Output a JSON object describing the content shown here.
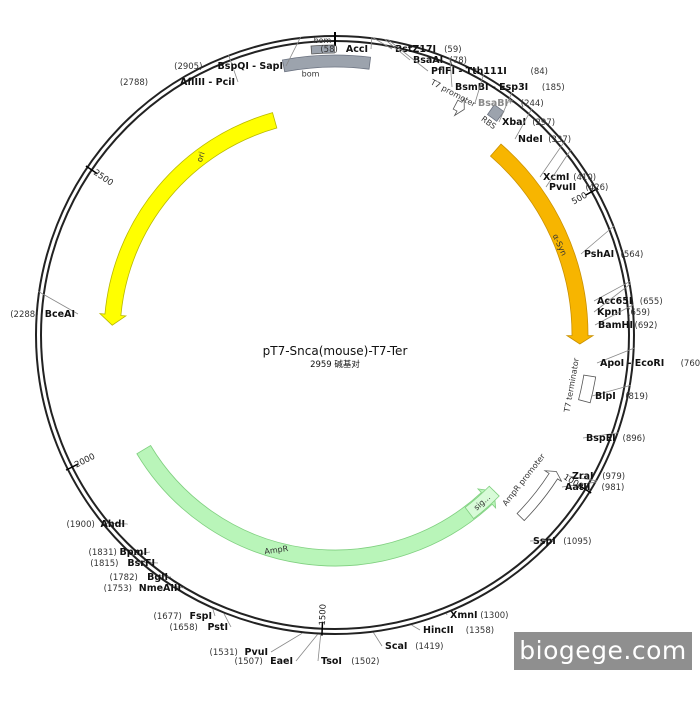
{
  "plasmid": {
    "name": "pT7-Snca(mouse)-T7-Ter",
    "length_text": "2959 碱基对",
    "length": 2959
  },
  "ticks": [
    {
      "pos": 500,
      "label": "500"
    },
    {
      "pos": 1000,
      "label": "1000"
    },
    {
      "pos": 1500,
      "label": "1500"
    },
    {
      "pos": 2000,
      "label": "2000"
    },
    {
      "pos": 2500,
      "label": "2500"
    }
  ],
  "features": [
    {
      "name": "bom",
      "label": "bom",
      "start": 2870,
      "end": 60,
      "type": "box",
      "color": "#9ca3ad"
    },
    {
      "name": "bom",
      "label": "bom",
      "start": 2920,
      "end": 2958,
      "type": "box-outer",
      "color": "#9ca3ad"
    },
    {
      "name": "T7 promoter",
      "label": "T7 promoter",
      "start": 227,
      "end": 245,
      "type": "arrow-outline",
      "color": "#ffffff"
    },
    {
      "name": "RBS",
      "label": "RBS",
      "start": 285,
      "end": 305,
      "type": "box",
      "color": "#9ca3ad"
    },
    {
      "name": "α-Syn",
      "label": "α-Syn",
      "start": 337,
      "end": 757,
      "type": "arrow",
      "color": "#f7b500"
    },
    {
      "name": "T7 terminator",
      "label": "T7 terminator",
      "start": 815,
      "end": 862,
      "type": "box-outline",
      "color": "#ffffff"
    },
    {
      "name": "AmpR promoter",
      "label": "AmpR promoter",
      "start": 1000,
      "end": 1105,
      "type": "arrow-outline",
      "color": "#ffffff"
    },
    {
      "name": "AmpR",
      "label": "AmpR",
      "start": 1105,
      "end": 1965,
      "type": "arrow-rev",
      "color": "#b9f5b9"
    },
    {
      "name": "sig",
      "label": "sig...",
      "start": 1105,
      "end": 1175,
      "type": "box",
      "color": "#d8fbd8"
    },
    {
      "name": "ori",
      "label": "ori",
      "start": 2240,
      "end": 2830,
      "type": "arrow-rev",
      "color": "#ffff00"
    }
  ],
  "sites": [
    {
      "name": "AccI",
      "pos_text": "(58)",
      "pos": 58,
      "grey": false
    },
    {
      "name": "BstZ17I",
      "pos_text": "(59)",
      "pos": 59,
      "grey": false
    },
    {
      "name": "BsaAI",
      "pos_text": "(78)",
      "pos": 78,
      "grey": false
    },
    {
      "name": "PflFI - Tth111I",
      "pos_text": "(84)",
      "pos": 84,
      "grey": false
    },
    {
      "name": "BsmBI - Esp3I",
      "pos_text": "(185)",
      "pos": 185,
      "grey": false
    },
    {
      "name": "BsaBI*",
      "pos_text": "(244)",
      "pos": 244,
      "grey": true
    },
    {
      "name": "XbaI",
      "pos_text": "(297)",
      "pos": 297,
      "grey": false
    },
    {
      "name": "NdeI",
      "pos_text": "(337)",
      "pos": 337,
      "grey": false
    },
    {
      "name": "XcmI",
      "pos_text": "(410)",
      "pos": 410,
      "grey": false
    },
    {
      "name": "PvuII",
      "pos_text": "(426)",
      "pos": 426,
      "grey": false
    },
    {
      "name": "PshAI",
      "pos_text": "(564)",
      "pos": 564,
      "grey": false
    },
    {
      "name": "Acc65I",
      "pos_text": "(655)",
      "pos": 655,
      "grey": false
    },
    {
      "name": "KpnI",
      "pos_text": "(659)",
      "pos": 659,
      "grey": false
    },
    {
      "name": "BamHI",
      "pos_text": "(692)",
      "pos": 692,
      "grey": false
    },
    {
      "name": "ApoI - EcoRI",
      "pos_text": "(760)",
      "pos": 760,
      "grey": false
    },
    {
      "name": "BlpI",
      "pos_text": "(819)",
      "pos": 819,
      "grey": false
    },
    {
      "name": "BspEI",
      "pos_text": "(896)",
      "pos": 896,
      "grey": false
    },
    {
      "name": "ZraI",
      "pos_text": "(979)",
      "pos": 979,
      "grey": false
    },
    {
      "name": "AatII",
      "pos_text": "(981)",
      "pos": 981,
      "grey": false
    },
    {
      "name": "SspI",
      "pos_text": "(1095)",
      "pos": 1095,
      "grey": false
    },
    {
      "name": "XmnI",
      "pos_text": "(1300)",
      "pos": 1300,
      "grey": false
    },
    {
      "name": "HincII",
      "pos_text": "(1358)",
      "pos": 1358,
      "grey": false
    },
    {
      "name": "ScaI",
      "pos_text": "(1419)",
      "pos": 1419,
      "grey": false
    },
    {
      "name": "TsoI",
      "pos_text": "(1502)",
      "pos": 1502,
      "grey": false
    },
    {
      "name": "EaeI",
      "pos_text": "(1507)",
      "pos": 1507,
      "grey": false
    },
    {
      "name": "PvuI",
      "pos_text": "(1531)",
      "pos": 1531,
      "grey": false
    },
    {
      "name": "PstI",
      "pos_text": "(1658)",
      "pos": 1658,
      "grey": false
    },
    {
      "name": "FspI",
      "pos_text": "(1677)",
      "pos": 1677,
      "grey": false
    },
    {
      "name": "NmeAIII",
      "pos_text": "(1753)",
      "pos": 1753,
      "grey": false
    },
    {
      "name": "BglI",
      "pos_text": "(1782)",
      "pos": 1782,
      "grey": false
    },
    {
      "name": "BsrFI",
      "pos_text": "(1815)",
      "pos": 1815,
      "grey": false
    },
    {
      "name": "BpmI",
      "pos_text": "(1831)",
      "pos": 1831,
      "grey": false
    },
    {
      "name": "AhdI",
      "pos_text": "(1900)",
      "pos": 1900,
      "grey": false
    },
    {
      "name": "BceAI",
      "pos_text": "(2288)",
      "pos": 2288,
      "grey": false
    },
    {
      "name": "AflIII - PciI",
      "pos_text": "(2788)",
      "pos": 2788,
      "grey": false
    },
    {
      "name": "BspQI - SapI",
      "pos_text": "(2905)",
      "pos": 2905,
      "grey": false
    }
  ],
  "watermark": {
    "text": "biogege.com"
  },
  "colors": {
    "backbone": "#222222",
    "site_line": "#888888",
    "ori": "#ffff00",
    "syn": "#f7b500",
    "ampr": "#b9f5b9",
    "bom": "#9ca3ad"
  }
}
